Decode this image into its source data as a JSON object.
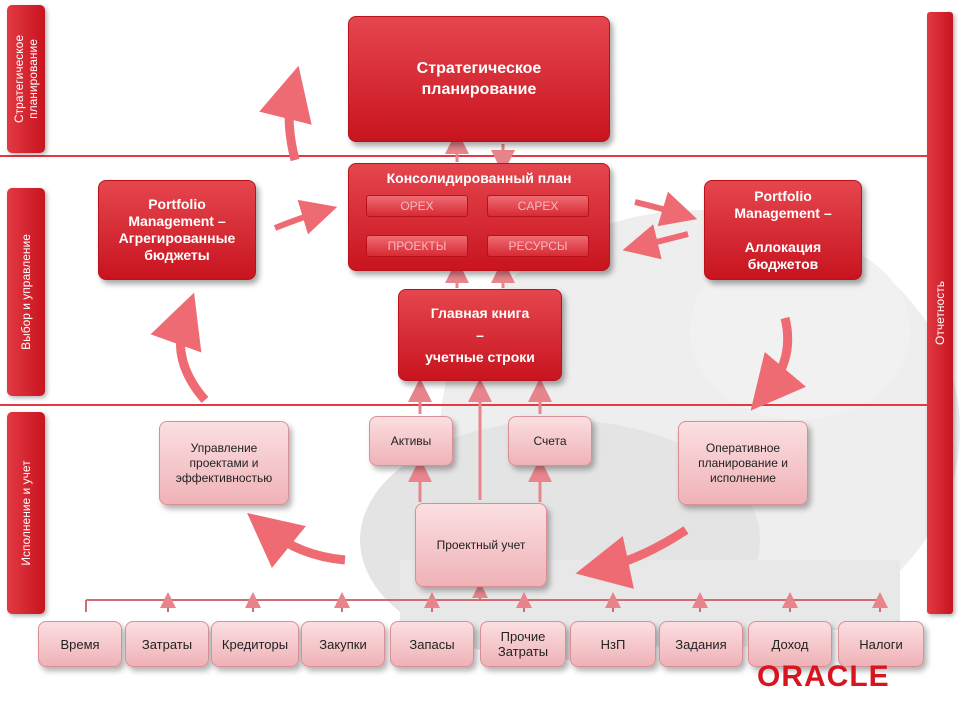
{
  "bands": {
    "strategic": "Стратегическое\nпланирование",
    "selection": "Выбор и управление",
    "execution": "Исполнение и учет",
    "reporting": "Отчетность"
  },
  "boxes": {
    "strategic_planning": "Стратегическое\nпланирование",
    "consolidated_plan": "Консолидированный план",
    "opex": "OPEX",
    "capex": "CAPEX",
    "projects": "ПРОЕКТЫ",
    "resources": "РЕСУРСЫ",
    "portfolio_aggregated": "Portfolio\nManagement –\nАгрегированные\nбюджеты",
    "portfolio_allocation": "Portfolio\nManagement –\n\nАллокация\nбюджетов",
    "general_ledger": "Главная книга\n–\nучетные строки",
    "project_management": "Управление\nпроектами и\nэффективностью",
    "assets": "Активы",
    "accounts": "Счета",
    "operational_planning": "Оперативное\nпланирование и\nисполнение",
    "project_accounting": "Проектный учет"
  },
  "bottom": [
    "Время",
    "Затраты",
    "Кредиторы",
    "Закупки",
    "Запасы",
    "Прочие\nЗатраты",
    "НзП",
    "Задания",
    "Доход",
    "Налоги"
  ],
  "logo": "ORACLE",
  "colors": {
    "accent": "#d8141f",
    "pink": "#f4c3c7"
  }
}
